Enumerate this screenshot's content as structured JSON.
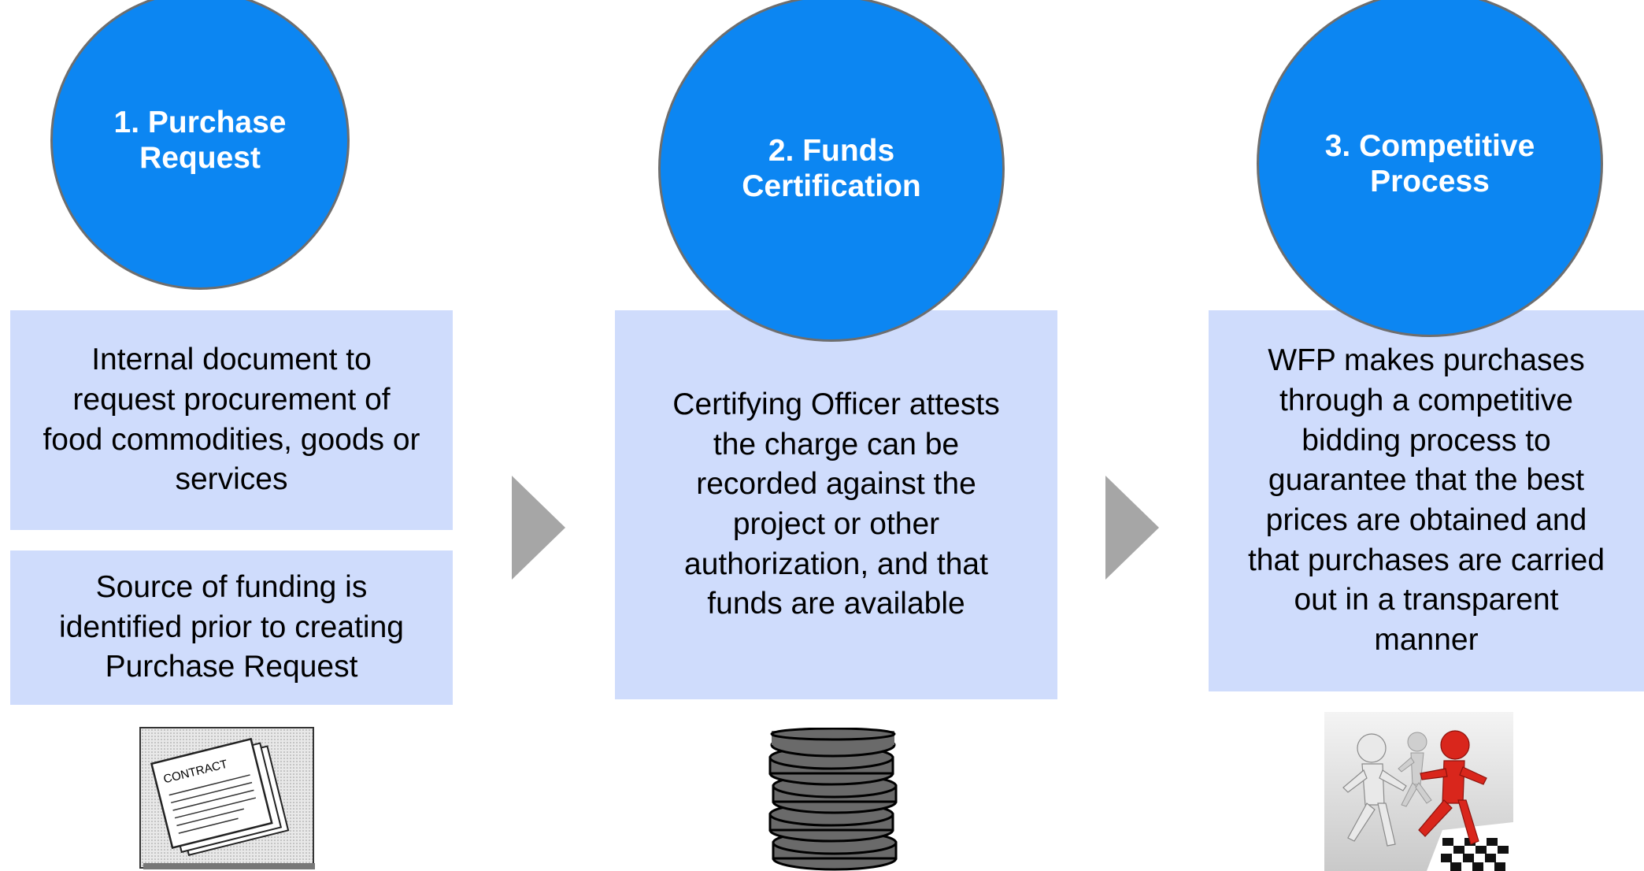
{
  "steps": [
    {
      "title": "1. Purchase\nRequest",
      "boxes": [
        "Internal document to\nrequest procurement of\nfood commodities, goods or\nservices",
        "Source of funding is\nidentified prior to creating\nPurchase Request"
      ],
      "illustration": {
        "icon": "contract-document-icon",
        "label": "CONTRACT"
      }
    },
    {
      "title": "2. Funds\nCertification",
      "boxes": [
        "Certifying Officer attests\nthe charge can be\nrecorded against the\nproject or other\nauthorization, and that\nfunds are available"
      ],
      "illustration": {
        "icon": "coin-stack-icon"
      }
    },
    {
      "title": "3. Competitive\nProcess",
      "boxes": [
        "WFP makes purchases\nthrough a competitive\nbidding process to\nguarantee that the best\nprices are obtained and\nthat purchases are carried\nout in a transparent\nmanner"
      ],
      "illustration": {
        "icon": "race-runners-icon"
      }
    }
  ],
  "arrows": [
    "chevron-right-icon",
    "chevron-right-icon"
  ],
  "colors": {
    "circle_fill": "#0c86f2",
    "circle_border": "#6e6e6e",
    "box_fill": "#cfdcfc",
    "arrow_fill": "#a6a6a6",
    "title_text": "#ffffff",
    "body_text": "#000000"
  }
}
